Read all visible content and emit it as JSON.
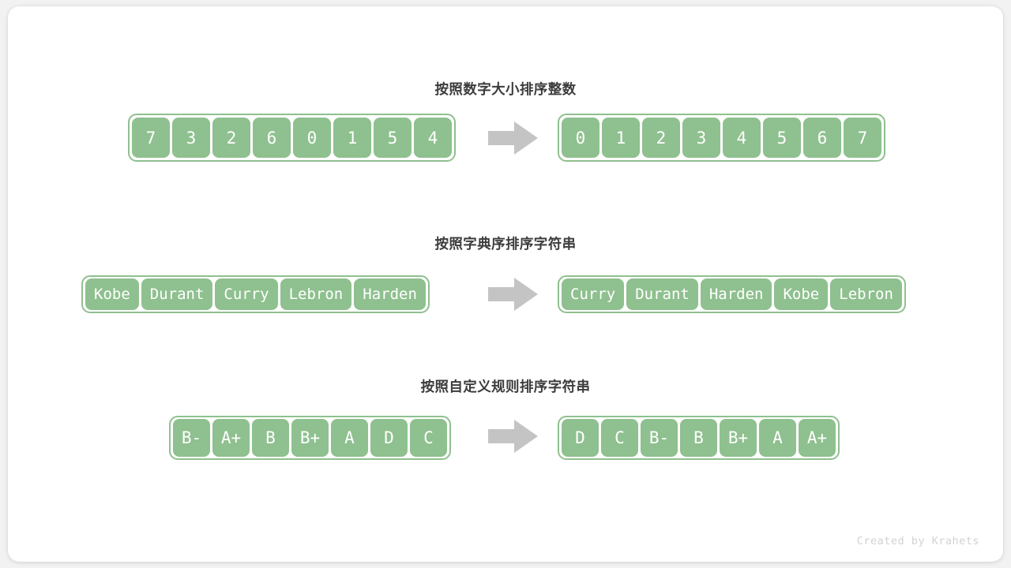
{
  "canvas": {
    "background": "#f2f2f2",
    "card_background": "#ffffff",
    "accent": "#8fc08f",
    "title_color": "#3c3c3c",
    "arrow_color": "#c4c4c4",
    "footer_color": "#d2d2d2"
  },
  "sections": [
    {
      "title": "按照数字大小排序整数",
      "kind": "nums",
      "input": [
        "7",
        "3",
        "2",
        "6",
        "0",
        "1",
        "5",
        "4"
      ],
      "output": [
        "0",
        "1",
        "2",
        "3",
        "4",
        "5",
        "6",
        "7"
      ],
      "arrow": "right-arrow-icon"
    },
    {
      "title": "按照字典序排序字符串",
      "kind": "words",
      "input": [
        "Kobe",
        "Durant",
        "Curry",
        "Lebron",
        "Harden"
      ],
      "output": [
        "Curry",
        "Durant",
        "Harden",
        "Kobe",
        "Lebron"
      ],
      "arrow": "right-arrow-icon"
    },
    {
      "title": "按照自定义规则排序字符串",
      "kind": "grades",
      "input": [
        "B-",
        "A+",
        "B",
        "B+",
        "A",
        "D",
        "C"
      ],
      "output": [
        "D",
        "C",
        "B-",
        "B",
        "B+",
        "A",
        "A+"
      ],
      "arrow": "right-arrow-icon"
    }
  ],
  "footer": {
    "credit": "Created by Krahets"
  }
}
